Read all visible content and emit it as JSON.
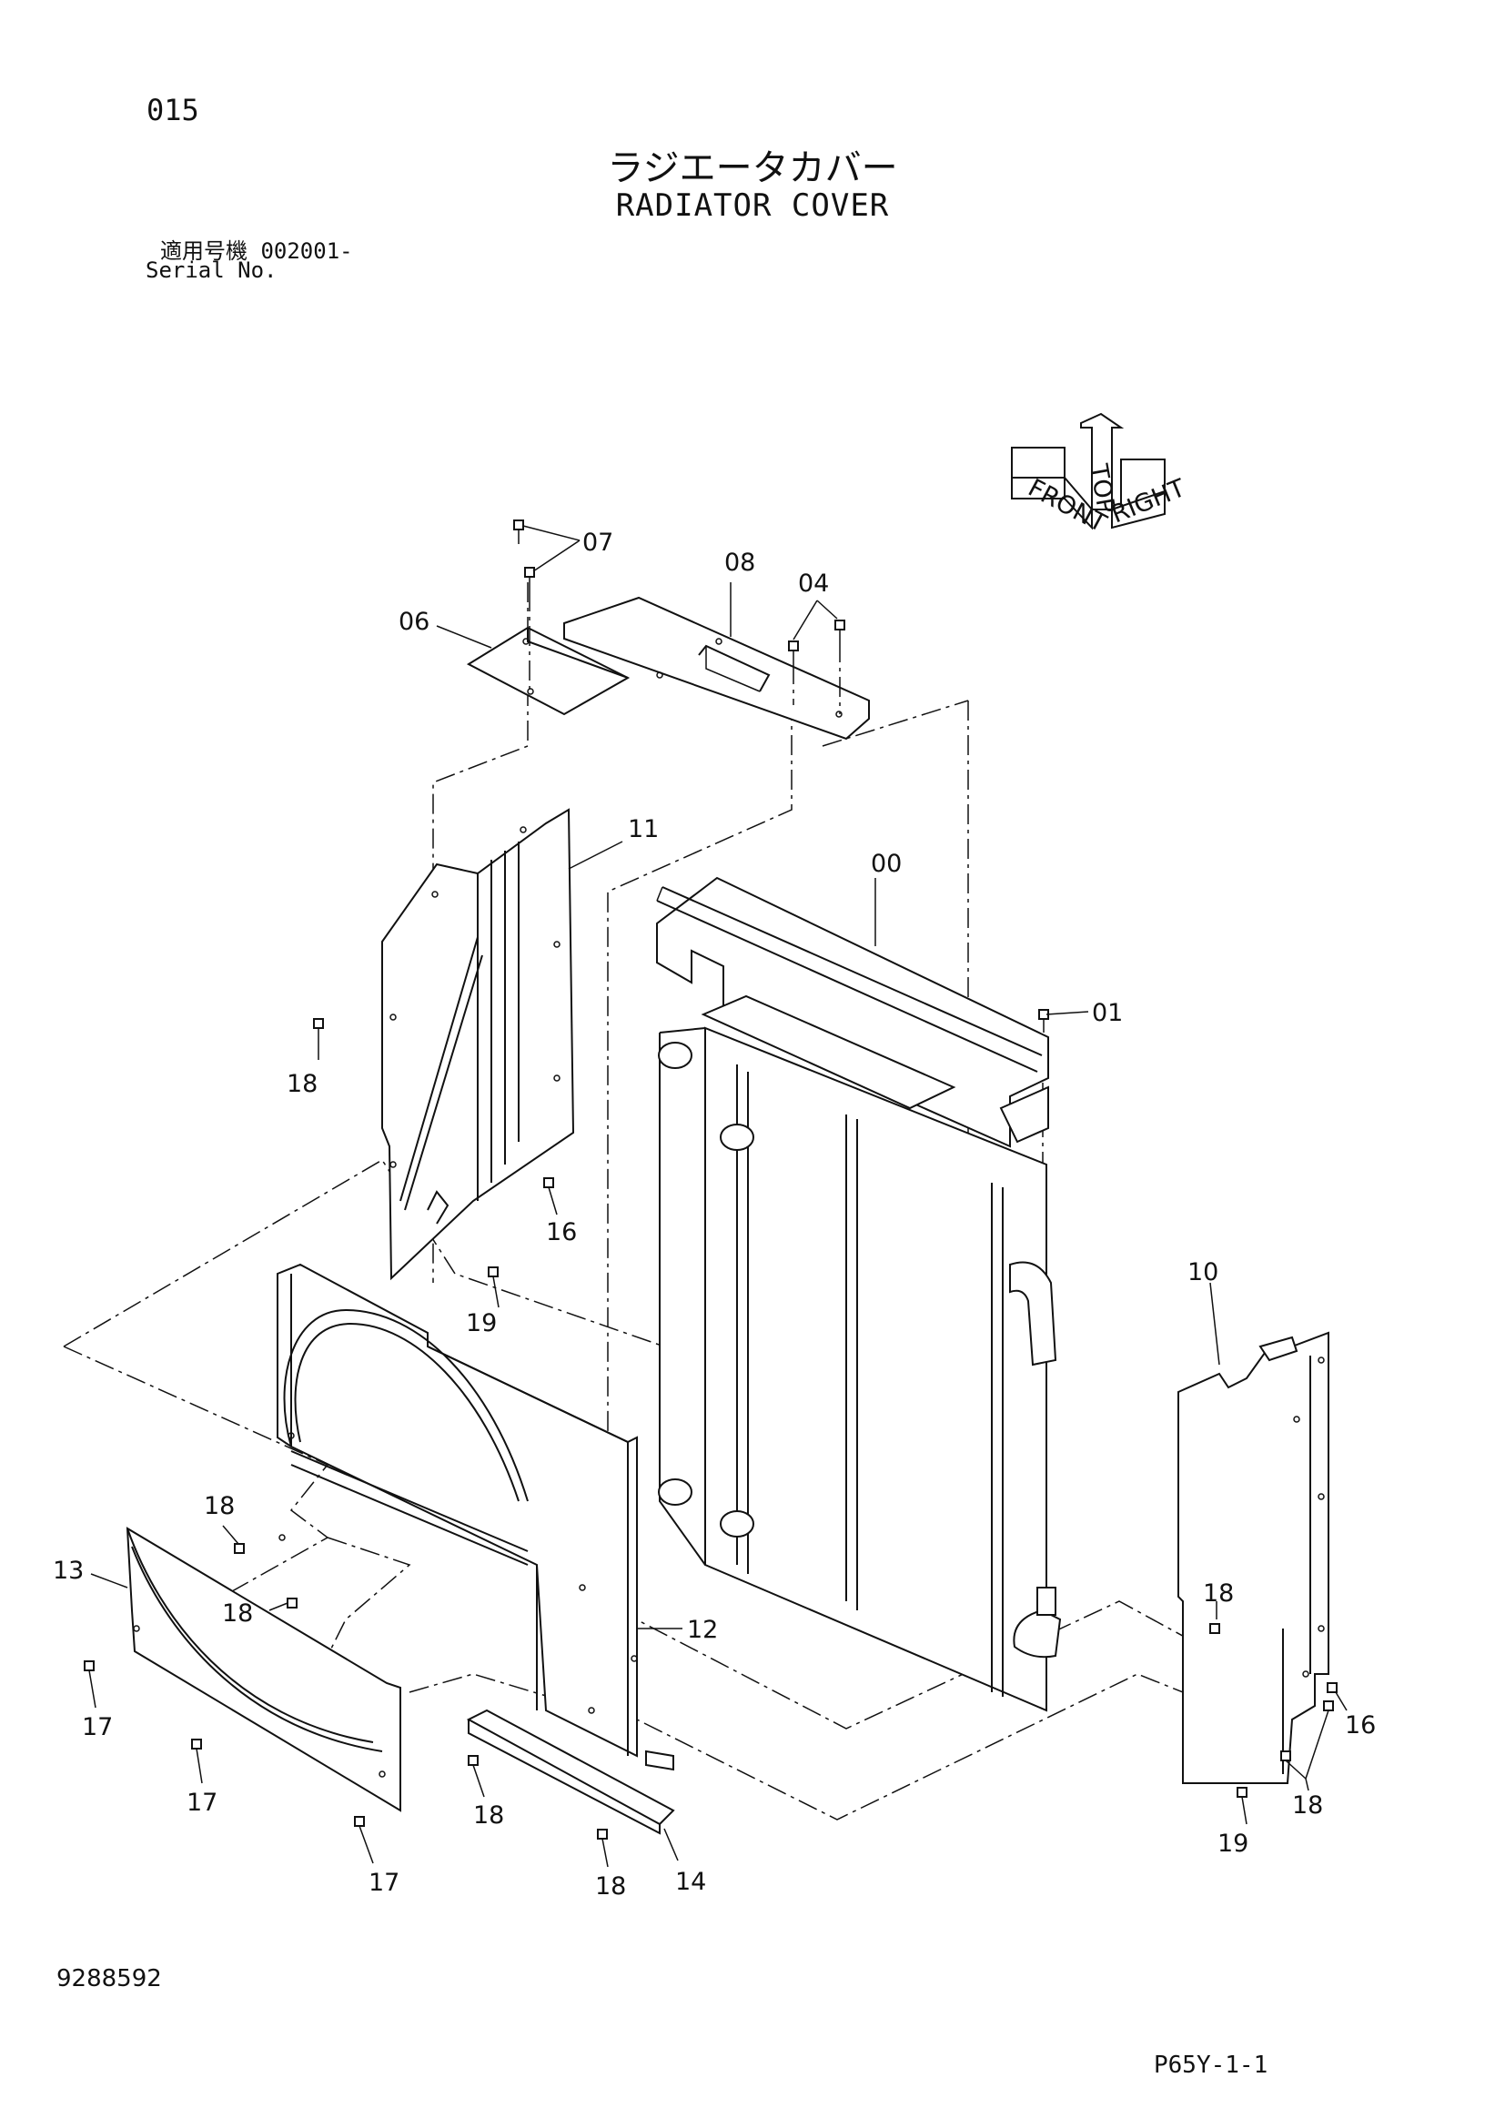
{
  "header": {
    "page_number": "015",
    "title_jp": "ラジエータカバー",
    "title_en": "RADIATOR COVER",
    "serial_jp_label": "適用号機  002001-",
    "serial_en_label": "Serial No."
  },
  "orientation": {
    "top": "TOP",
    "front": "FRONT",
    "right": "RIGHT"
  },
  "callouts": [
    {
      "id": "c07",
      "label": "07"
    },
    {
      "id": "c08",
      "label": "08"
    },
    {
      "id": "c04",
      "label": "04"
    },
    {
      "id": "c06",
      "label": "06"
    },
    {
      "id": "c11",
      "label": "11"
    },
    {
      "id": "c00",
      "label": "00"
    },
    {
      "id": "c01",
      "label": "01"
    },
    {
      "id": "c18a",
      "label": "18"
    },
    {
      "id": "c16a",
      "label": "16"
    },
    {
      "id": "c19a",
      "label": "19"
    },
    {
      "id": "c10",
      "label": "10"
    },
    {
      "id": "c18b",
      "label": "18"
    },
    {
      "id": "c13",
      "label": "13"
    },
    {
      "id": "c18c",
      "label": "18"
    },
    {
      "id": "c12",
      "label": "12"
    },
    {
      "id": "c17a",
      "label": "17"
    },
    {
      "id": "c17b",
      "label": "17"
    },
    {
      "id": "c17c",
      "label": "17"
    },
    {
      "id": "c18d",
      "label": "18"
    },
    {
      "id": "c18e",
      "label": "18"
    },
    {
      "id": "c14",
      "label": "14"
    },
    {
      "id": "c18f",
      "label": "18"
    },
    {
      "id": "c16b",
      "label": "16"
    },
    {
      "id": "c18g",
      "label": "18"
    },
    {
      "id": "c19b",
      "label": "19"
    }
  ],
  "footer": {
    "doc_code": "9288592",
    "page_code": "P65Y-1-1"
  }
}
